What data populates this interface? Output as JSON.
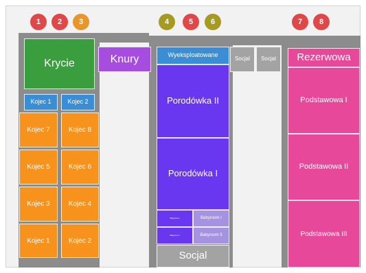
{
  "colors": {
    "badge_red": "#e04848",
    "badge_orange": "#e8962a",
    "badge_olive": "#a69a22",
    "column_gray": "#8c8c8c",
    "green": "#3a9d3e",
    "blue": "#3b8ed6",
    "orange": "#f7921d",
    "purple": "#a64de0",
    "indigo": "#6a37f0",
    "light_indigo": "#a592e0",
    "gray_block": "#a3a3a3",
    "magenta": "#e8489a"
  },
  "badges": [
    "1",
    "2",
    "3",
    "4",
    "5",
    "6",
    "7",
    "8"
  ],
  "left": {
    "krycie": "Krycie",
    "kojec_1": "Kojec 1",
    "kojec_2": "Kojec 2",
    "kojec_7": "Kojec 7",
    "kojec_8": "Kojec 8",
    "kojec_5": "Kojec 5",
    "kojec_6": "Kojec 6",
    "kojec_3": "Kojec 3",
    "kojec_4": "Kojec 4",
    "kojec_1b": "Kojec 1",
    "kojec_2b": "Kojec 2"
  },
  "knury": "Knury",
  "middle": {
    "wyeksploatowane": "Wyeksploatowane",
    "socjal_small_1": "Socjal",
    "socjal_small_2": "Socjal",
    "porodowka_2": "Porodówka II",
    "porodowka_1": "Porodówka I",
    "small_left_1": "Babyroom",
    "small_left_2": "Babyroom",
    "babyroom_1": "Babyroom I",
    "babyroom_2": "Babyroom II",
    "socjal_bottom": "Socjal"
  },
  "right": {
    "rezerwowa": "Rezerwowa",
    "podstawowa_1": "Podstawowa I",
    "podstawowa_2": "Podstawowa II",
    "podstawowa_3": "Podstawowa III"
  }
}
